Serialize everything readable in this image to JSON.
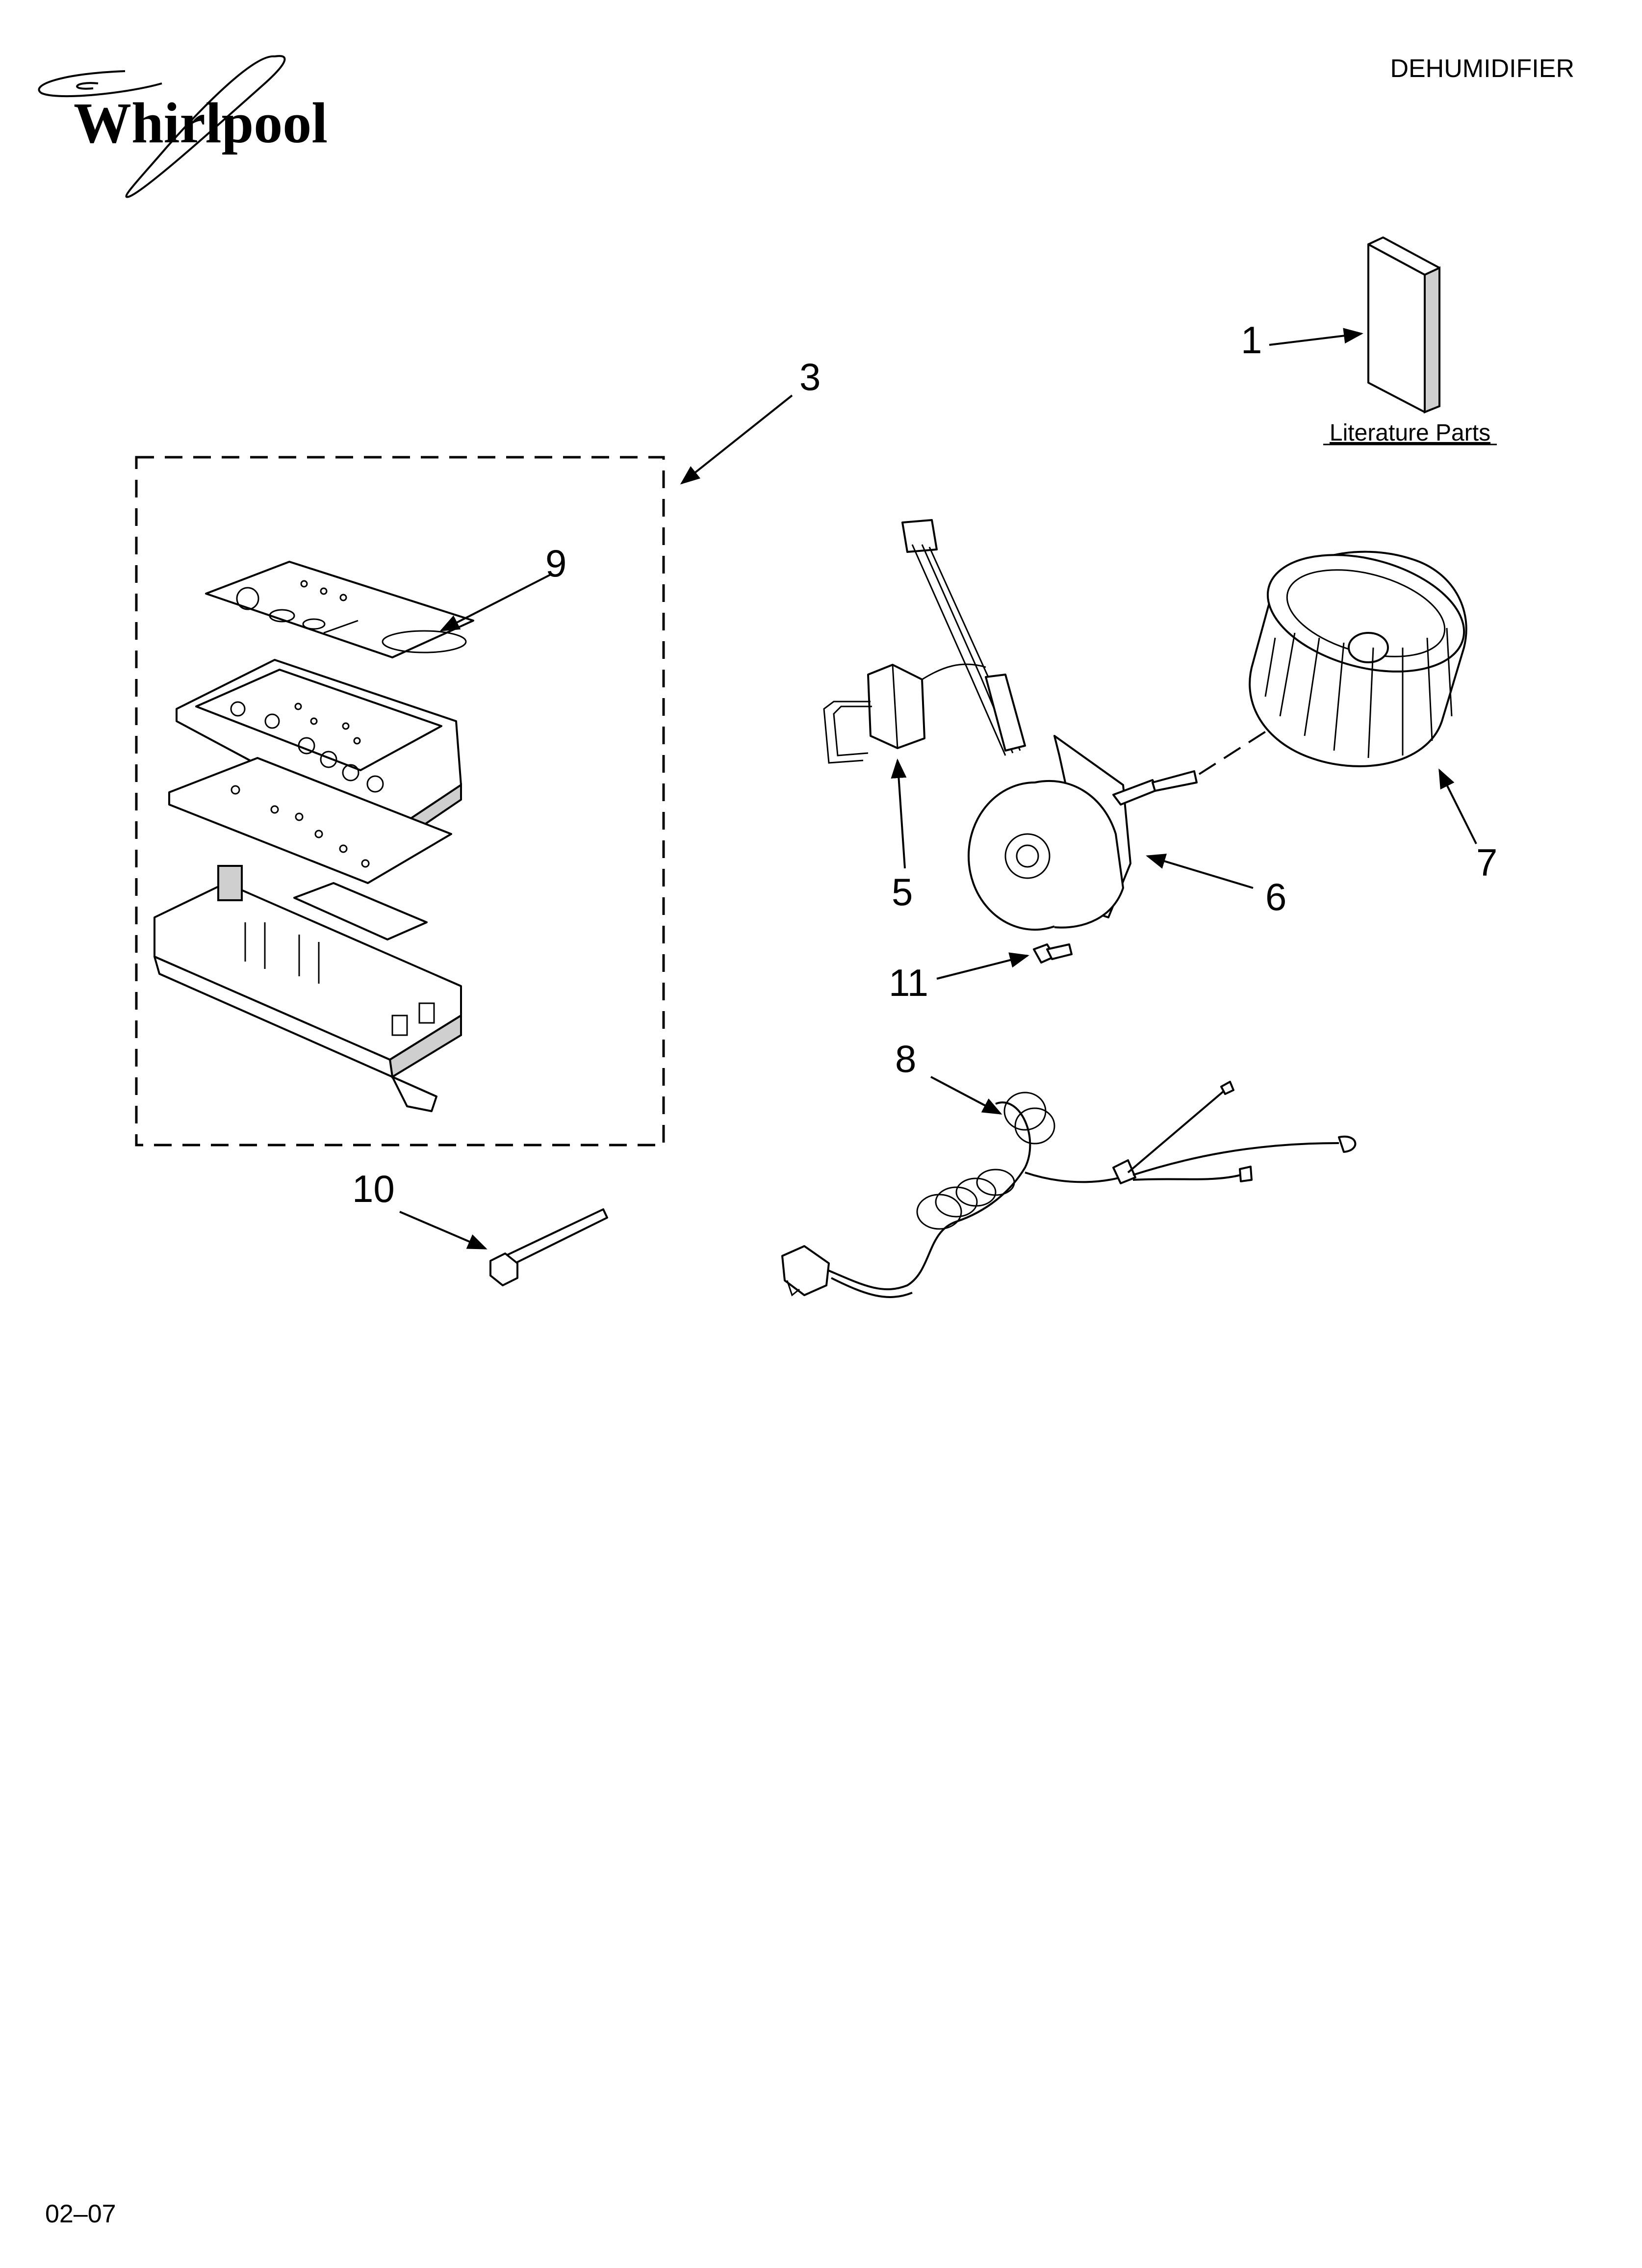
{
  "header": {
    "brand": "Whirlpool",
    "category": "DEHUMIDIFIER"
  },
  "literature": {
    "label": "Literature Parts"
  },
  "callouts": [
    {
      "id": "1",
      "label": "1"
    },
    {
      "id": "3",
      "label": "3"
    },
    {
      "id": "5",
      "label": "5"
    },
    {
      "id": "6",
      "label": "6"
    },
    {
      "id": "7",
      "label": "7"
    },
    {
      "id": "8",
      "label": "8"
    },
    {
      "id": "9",
      "label": "9"
    },
    {
      "id": "10",
      "label": "10"
    },
    {
      "id": "11",
      "label": "11"
    }
  ],
  "footer": {
    "date_code": "02–07"
  },
  "icons": [
    "whirlpool-logo-icon",
    "manual-icon",
    "control-assembly-icon",
    "capacitor-icon",
    "fan-motor-icon",
    "blower-wheel-icon",
    "power-cord-icon",
    "cable-tie-icon",
    "screw-icon"
  ]
}
